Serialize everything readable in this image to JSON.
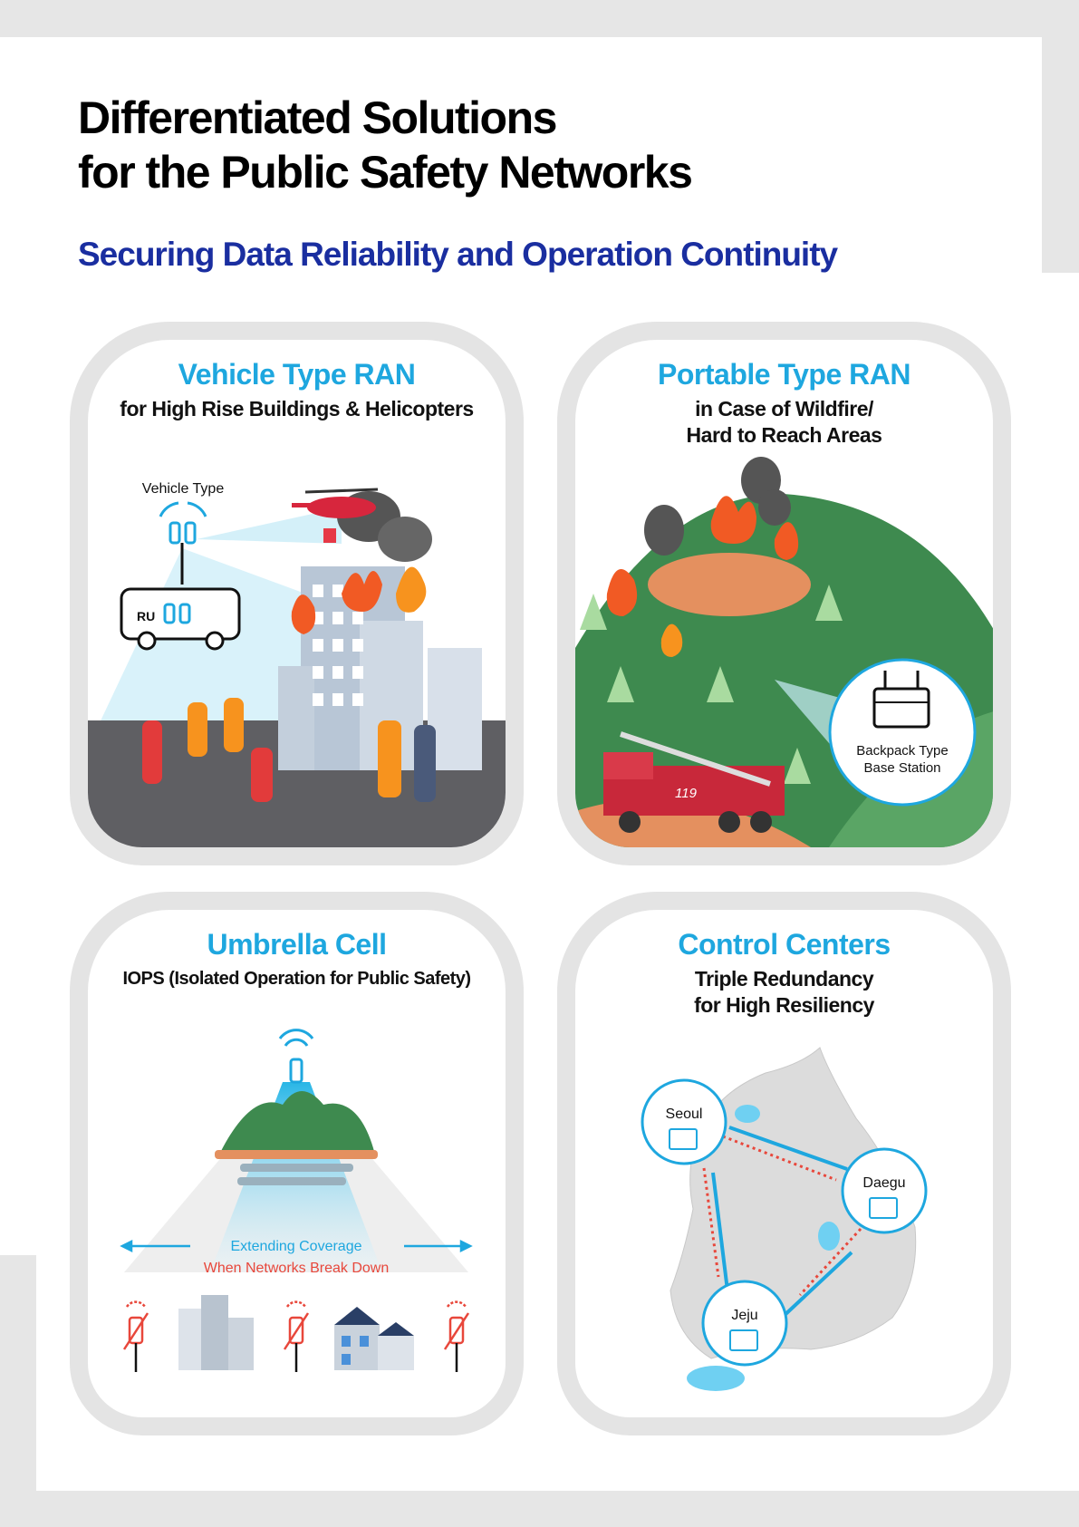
{
  "header": {
    "title_line1": "Differentiated Solutions",
    "title_line2": "for the Public Safety Networks",
    "subtitle": "Securing Data Reliability and Operation Continuity"
  },
  "cards": [
    {
      "title": "Vehicle Type RAN",
      "subtitle_line1": "for High Rise Buildings & Helicopters",
      "labels": {
        "vehicle_type": "Vehicle Type",
        "ru": "RU"
      }
    },
    {
      "title": "Portable Type RAN",
      "subtitle_line1": "in Case of Wildfire/",
      "subtitle_line2": "Hard to Reach Areas",
      "labels": {
        "backpack1": "Backpack Type",
        "backpack2": "Base Station",
        "truck_number": "119"
      }
    },
    {
      "title": "Umbrella Cell",
      "subtitle_line1": "IOPS (Isolated Operation for Public Safety)",
      "labels": {
        "extending": "Extending Coverage",
        "breakdown": "When Networks Break Down"
      }
    },
    {
      "title": "Control Centers",
      "subtitle_line1": "Triple Redundancy",
      "subtitle_line2": "for High Resiliency",
      "labels": {
        "seoul": "Seoul",
        "daegu": "Daegu",
        "jeju": "Jeju"
      }
    }
  ],
  "colors": {
    "accent": "#1ea7df",
    "navy": "#1a2ea0",
    "alert": "#e8473b",
    "frame": "#e6e6e6"
  }
}
